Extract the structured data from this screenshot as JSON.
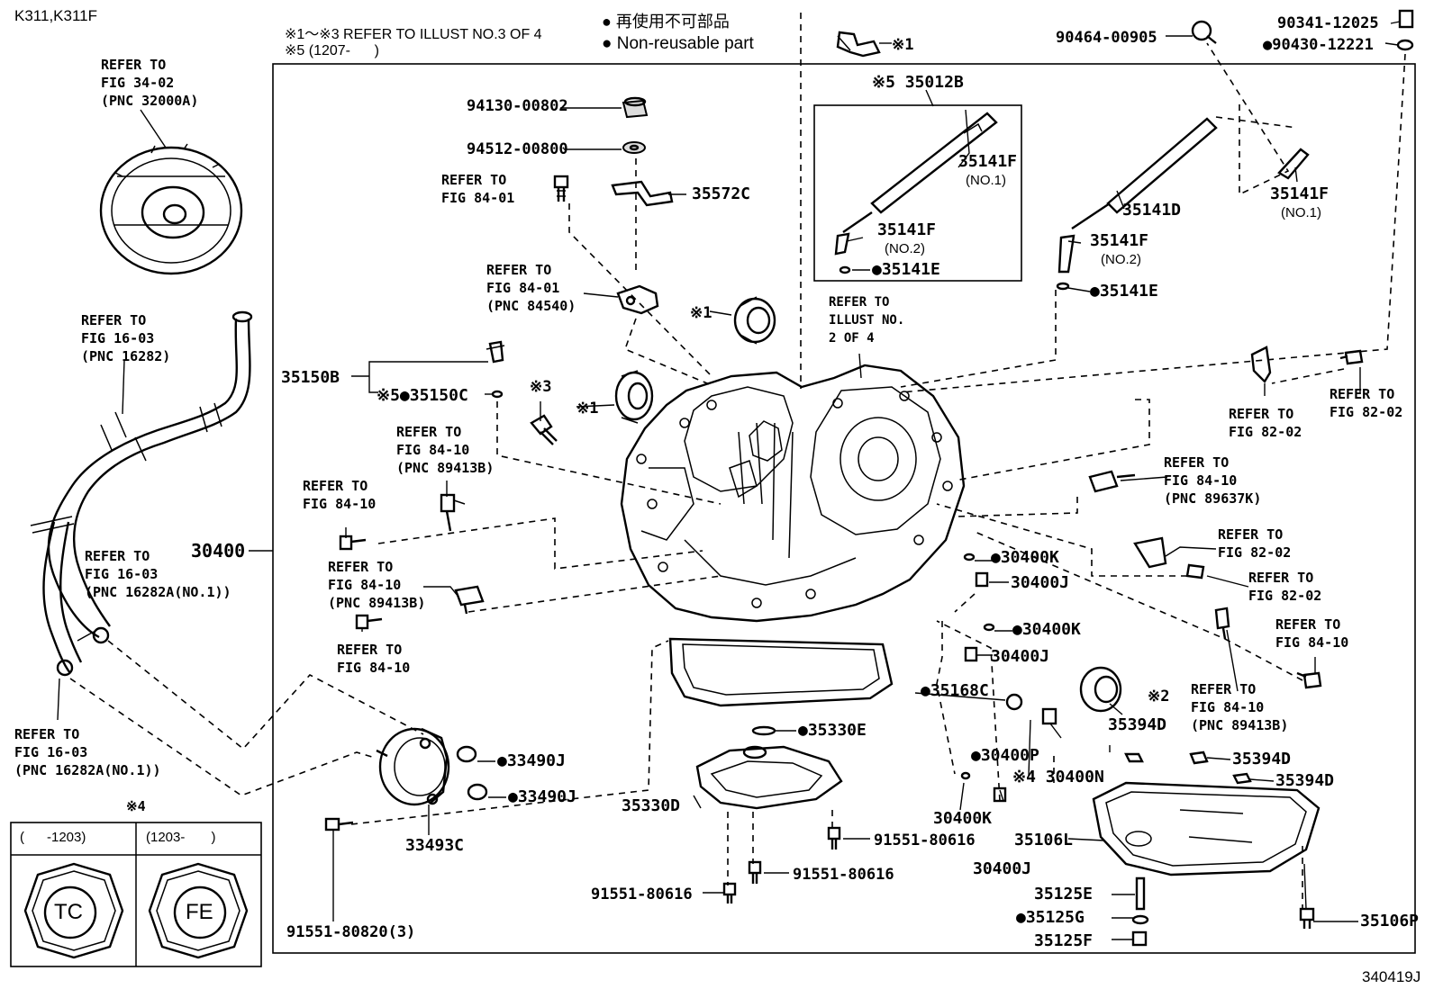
{
  "header": {
    "model": "K311,K311F",
    "note_refer": "※1～※3 REFER TO ILLUST NO.3 OF 4",
    "note_5": "※5 (1207-      )",
    "legend_jp": "● 再使用不可部品",
    "legend_en": "● Non-reusable part"
  },
  "footer": {
    "figure_id": "340419J"
  },
  "refs": {
    "r_32000a": [
      "REFER TO",
      "FIG 34-02",
      "(PNC 32000A)"
    ],
    "r_16282": [
      "REFER TO",
      "FIG 16-03",
      "(PNC 16282)"
    ],
    "r_16282a_a": [
      "REFER TO",
      "FIG 16-03",
      "(PNC 16282A(NO.1))"
    ],
    "r_16282a_b": [
      "REFER TO",
      "FIG 16-03",
      "(PNC 16282A(NO.1))"
    ],
    "r_84_01_a": [
      "REFER TO",
      "FIG 84-01"
    ],
    "r_84_01_b": [
      "REFER TO",
      "FIG 84-01",
      "(PNC 84540)"
    ],
    "r_illust": [
      "REFER TO",
      "ILLUST NO.",
      "2 OF 4"
    ],
    "r_84_10_a": [
      "REFER TO",
      "FIG 84-10",
      "(PNC 89413B)"
    ],
    "r_84_10_b": [
      "REFER TO",
      "FIG 84-10"
    ],
    "r_84_10_c": [
      "REFER TO",
      "FIG 84-10",
      "(PNC 89413B)"
    ],
    "r_84_10_d": [
      "REFER TO",
      "FIG 84-10"
    ],
    "r_82_02_a": [
      "REFER TO",
      "FIG 82-02"
    ],
    "r_82_02_b": [
      "REFER TO",
      "FIG 82-02"
    ],
    "r_84_10_e": [
      "REFER TO",
      "FIG 84-10",
      "(PNC 89637K)"
    ],
    "r_82_02_c": [
      "REFER TO",
      "FIG 82-02"
    ],
    "r_82_02_d": [
      "REFER TO",
      "FIG 82-02"
    ],
    "r_84_10_f": [
      "REFER TO",
      "FIG 84-10"
    ],
    "r_84_10_g": [
      "REFER TO",
      "FIG 84-10",
      "(PNC 89413B)"
    ]
  },
  "parts": {
    "p94130": "94130-00802",
    "p94512": "94512-00800",
    "p35572c": "35572C",
    "p35150b": "35150B",
    "p35150c": "※5●35150C",
    "x3": "※3",
    "x1a": "※1",
    "x1b": "※1",
    "x1c": "※1",
    "p30400": "30400",
    "p35012b": "※5 35012B",
    "p35141f_a": "35141F",
    "no1_a": "(NO.1)",
    "p35141f_b": "35141F",
    "no2_a": "(NO.2)",
    "p35141e_a": "●35141E",
    "p35141d": "35141D",
    "p35141f_c": "35141F",
    "no2_b": "(NO.2)",
    "p35141e_b": "●35141E",
    "p35141f_d": "35141F",
    "no1_b": "(NO.1)",
    "p90464": "90464-00905",
    "p90341": "90341-12025",
    "p90430": "●90430-12221",
    "p30400k_a": "●30400K",
    "p30400j_a": "30400J",
    "p30400k_b": "●30400K",
    "p30400j_b": "30400J",
    "p35168c": "●35168C",
    "p35330e": "●35330E",
    "p30400p": "●30400P",
    "p30400n": "※4 30400N",
    "p30400k_c": "30400K",
    "p30400j_c": "30400J",
    "p35394d_a": "35394D",
    "x2": "※2",
    "p35394d_b": "35394D",
    "p35394d_c": "35394D",
    "p33490j_a": "●33490J",
    "p33490j_b": "●33490J",
    "p33493c": "33493C",
    "p35330d": "35330D",
    "p91551_a": "91551-80616",
    "p91551_b": "91551-80616",
    "p91551_c": "91551-80616",
    "p91551_d": "91551-80820(3)",
    "p35106l": "35106L",
    "p35125e": "35125E",
    "p35125g": "●35125G",
    "p35125f": "35125F",
    "p35106p": "35106P"
  },
  "plug_box": {
    "note": "※4",
    "col1": "(      -1203)",
    "col2": "(1203-       )",
    "mark1": "TC",
    "mark2": "FE"
  }
}
